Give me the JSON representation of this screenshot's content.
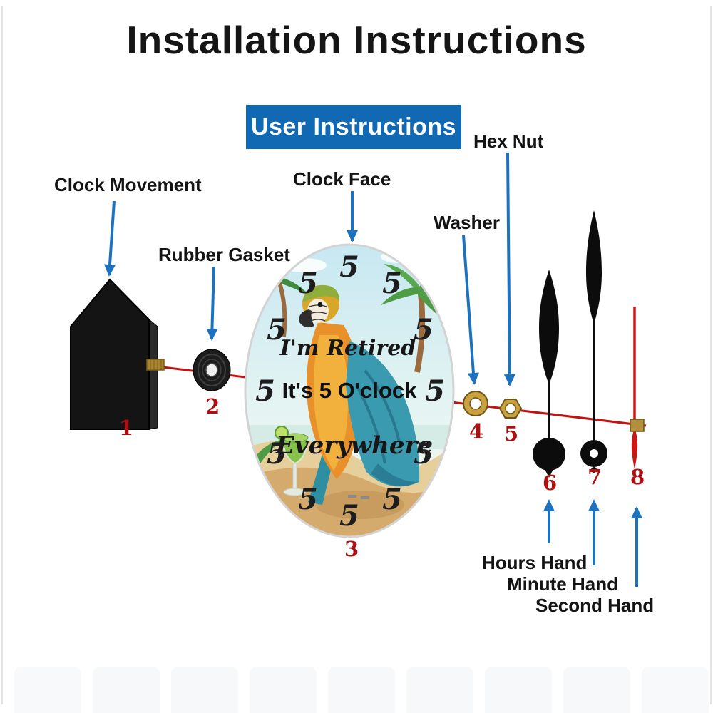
{
  "page": {
    "title": "Installation Instructions",
    "banner": "User Instructions"
  },
  "labels": {
    "clock_movement": "Clock Movement",
    "rubber_gasket": "Rubber Gasket",
    "clock_face": "Clock Face",
    "washer": "Washer",
    "hex_nut": "Hex Nut",
    "hours_hand": "Hours Hand",
    "minute_hand": "Minute Hand",
    "second_hand": "Second Hand"
  },
  "part_numbers": {
    "clock_movement": "1",
    "rubber_gasket": "2",
    "clock_face": "3",
    "washer": "4",
    "hex_nut": "5",
    "hours_hand": "6",
    "minute_hand": "7",
    "second_hand": "8"
  },
  "clock_face": {
    "hour_mark": "5",
    "line1": "I'm Retired",
    "line2": "It's 5 O'clock",
    "line3": "Everywhere"
  },
  "colors": {
    "banner_blue": "#1168b3",
    "arrow_blue": "#1d72c0",
    "number_red": "#ad1010",
    "shaft_red": "#c41111",
    "brass": "#c9a23f",
    "hand_black": "#0c0c0c",
    "second_hand_red": "#cc1616"
  }
}
